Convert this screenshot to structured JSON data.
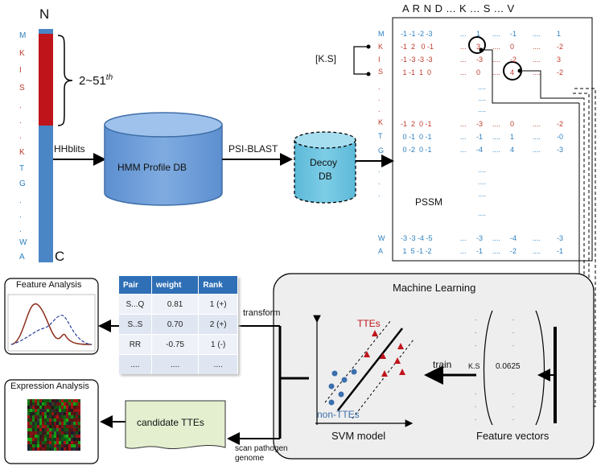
{
  "protein": {
    "n_label": "N",
    "c_label": "C",
    "sequence_letters": [
      "M",
      "K",
      "I",
      "S",
      ".",
      ".",
      ".",
      "K",
      "T",
      "G",
      ".",
      ".",
      ".",
      "W",
      "A"
    ],
    "window_label": "2~51",
    "window_sup": "th",
    "colors": {
      "bar": "#4a86c5",
      "highlight": "#c0141b"
    }
  },
  "arrows": {
    "hhblits": "HHblits",
    "psiblast": "PSI-BLAST",
    "transform": "transform",
    "train": "train",
    "scan": "scan pathogen genome"
  },
  "databases": {
    "hmm": "HMM Profile DB",
    "decoy_line1": "Decoy",
    "decoy_line2": "DB"
  },
  "pssm": {
    "title": "PSSM",
    "header": "A R N D ...    K  ...    S  ...    V",
    "pair_label": "[K.S]",
    "row_letters": [
      "M",
      "K",
      "I",
      "S",
      ".",
      ".",
      ".",
      "K",
      "T",
      "G",
      ".",
      ".",
      ".",
      "W",
      "A"
    ],
    "rows_top": [
      [
        "-1 -1 -2 -3",
        "...",
        "1",
        "....",
        "-1",
        "....",
        "1"
      ],
      [
        "-1  2   0 -1",
        "...",
        "3",
        "....",
        "0",
        "....",
        "-2"
      ],
      [
        "-1 -3 -3 -3",
        "...",
        "-3",
        "....",
        "-2",
        "....",
        "3"
      ],
      [
        " 1 -1  1  0",
        "...",
        "0",
        "....",
        "4",
        "....",
        "-2"
      ]
    ],
    "rows_mid": [
      [
        "-1  2  0 -1",
        "...",
        "-3",
        "....",
        "0",
        "....",
        "-2"
      ],
      [
        " 0 -1  0 -1",
        "...",
        "-1",
        "....",
        "1",
        "....",
        "-0"
      ],
      [
        " 0 -2  0 -1",
        "...",
        "-4",
        "....",
        "4",
        "....",
        "-3"
      ]
    ],
    "rows_bot": [
      [
        "-3 -3 -4 -5",
        "...",
        "-3",
        "....",
        "-4",
        "....",
        "-3"
      ],
      [
        " 1  5 -1 -2",
        "...",
        "-1",
        "....",
        "-2",
        "....",
        "-1"
      ]
    ]
  },
  "feature_analysis": {
    "title": "Feature  Analysis"
  },
  "expression_analysis": {
    "title": "Expression Analysis"
  },
  "weights_table": {
    "headers": [
      "Pair",
      "weight",
      "Rank"
    ],
    "rows": [
      [
        "S...Q",
        "0.81",
        "1 (+)"
      ],
      [
        "S..S",
        "0.70",
        "2 (+)"
      ],
      [
        "RR",
        "-0.75",
        "1 (-)"
      ],
      [
        "....",
        "....",
        "...."
      ]
    ]
  },
  "machine_learning": {
    "title": "Machine Learning",
    "svm_label": "SVM model",
    "positive_label": "TTEs",
    "negative_label": "non-TTEs",
    "feature_vectors_label": "Feature vectors",
    "vector_key": "K.S",
    "vector_value": "0.0625"
  },
  "candidate": {
    "label": "candidate TTEs"
  }
}
